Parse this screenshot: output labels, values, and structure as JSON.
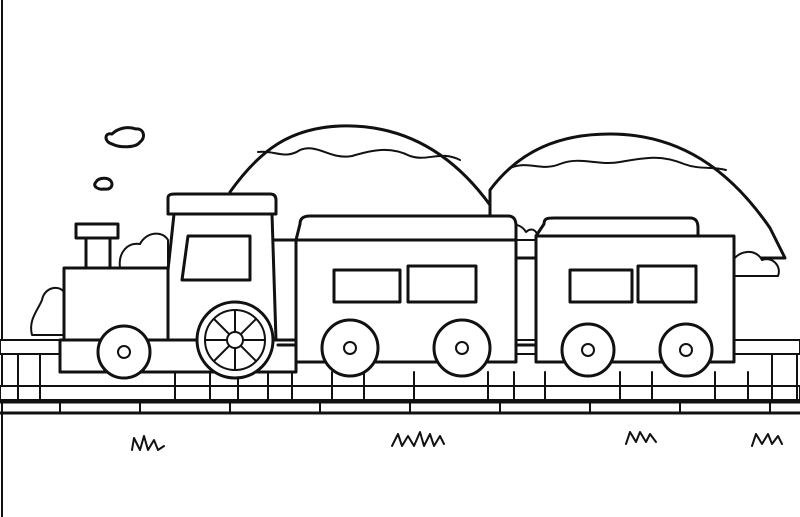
{
  "scene": {
    "type": "coloring-page line drawing",
    "background_color": "#ffffff",
    "line_color": "#111111",
    "subjects": [
      "steam-locomotive",
      "passenger-car",
      "passenger-car",
      "mountain",
      "mountain",
      "fence",
      "rail-track",
      "grass-tuft",
      "smoke-cloud"
    ]
  }
}
